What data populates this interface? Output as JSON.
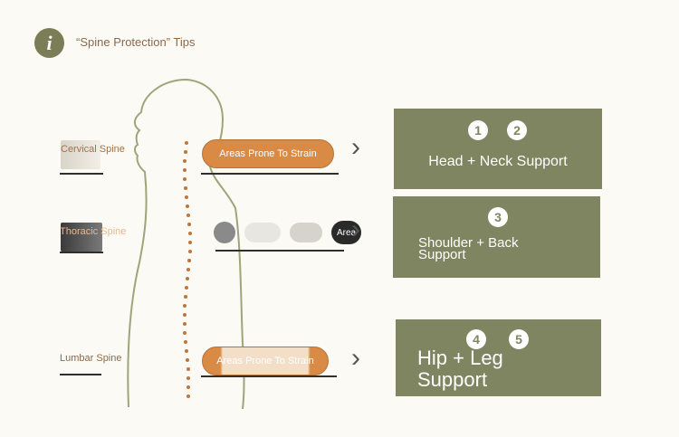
{
  "header": {
    "title": "“Spine Protection” Tips"
  },
  "rows": [
    {
      "spine_label": "Cervical Spine",
      "pill_label": "Areas Prone To Strain"
    },
    {
      "spine_label": "Thoracic Spine",
      "pill_label": "Area"
    },
    {
      "spine_label": "Lumbar Spine",
      "pill_label": "Areas Prone To Strain"
    }
  ],
  "panels": [
    {
      "numbers": [
        "1",
        "2"
      ],
      "label": "Head + Neck Support"
    },
    {
      "numbers": [
        "3"
      ],
      "label": "Shoulder + Back Support"
    },
    {
      "numbers": [
        "4",
        "5"
      ],
      "label": "Hip + Leg Support"
    }
  ],
  "icons": {
    "info": "info-icon",
    "chevron": "chevron-right-icon"
  },
  "colors": {
    "accent_olive": "#7f8560",
    "accent_orange": "#d98b45",
    "label_brown": "#a0724c"
  }
}
